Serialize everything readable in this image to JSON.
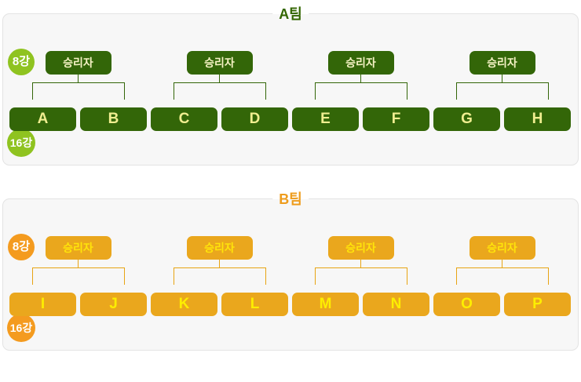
{
  "colors": {
    "team_a_node": "#336608",
    "team_a_title": "#336600",
    "team_a_badge": "#8fc320",
    "team_a_winner_text": "#f5f2c4",
    "team_a_slot_text": "#f0ee90",
    "team_b_node": "#eaa71d",
    "team_b_title": "#ee9c1c",
    "team_b_badge": "#f49b1f",
    "team_b_winner_text": "#ffe40a",
    "team_b_slot_text": "#fdee00",
    "panel_background": "#f7f7f7",
    "panel_border": "#e3e3e3"
  },
  "teams": [
    {
      "title": "A팀",
      "round8_label": "8강",
      "round16_label": "16강",
      "groups": [
        {
          "winner_label": "승리자",
          "slots": [
            "A",
            "B"
          ]
        },
        {
          "winner_label": "승리자",
          "slots": [
            "C",
            "D"
          ]
        },
        {
          "winner_label": "승리자",
          "slots": [
            "E",
            "F"
          ]
        },
        {
          "winner_label": "승리자",
          "slots": [
            "G",
            "H"
          ]
        }
      ]
    },
    {
      "title": "B팀",
      "round8_label": "8강",
      "round16_label": "16강",
      "groups": [
        {
          "winner_label": "승리자",
          "slots": [
            "I",
            "J"
          ]
        },
        {
          "winner_label": "승리자",
          "slots": [
            "K",
            "L"
          ]
        },
        {
          "winner_label": "승리자",
          "slots": [
            "M",
            "N"
          ]
        },
        {
          "winner_label": "승리자",
          "slots": [
            "O",
            "P"
          ]
        }
      ]
    }
  ]
}
